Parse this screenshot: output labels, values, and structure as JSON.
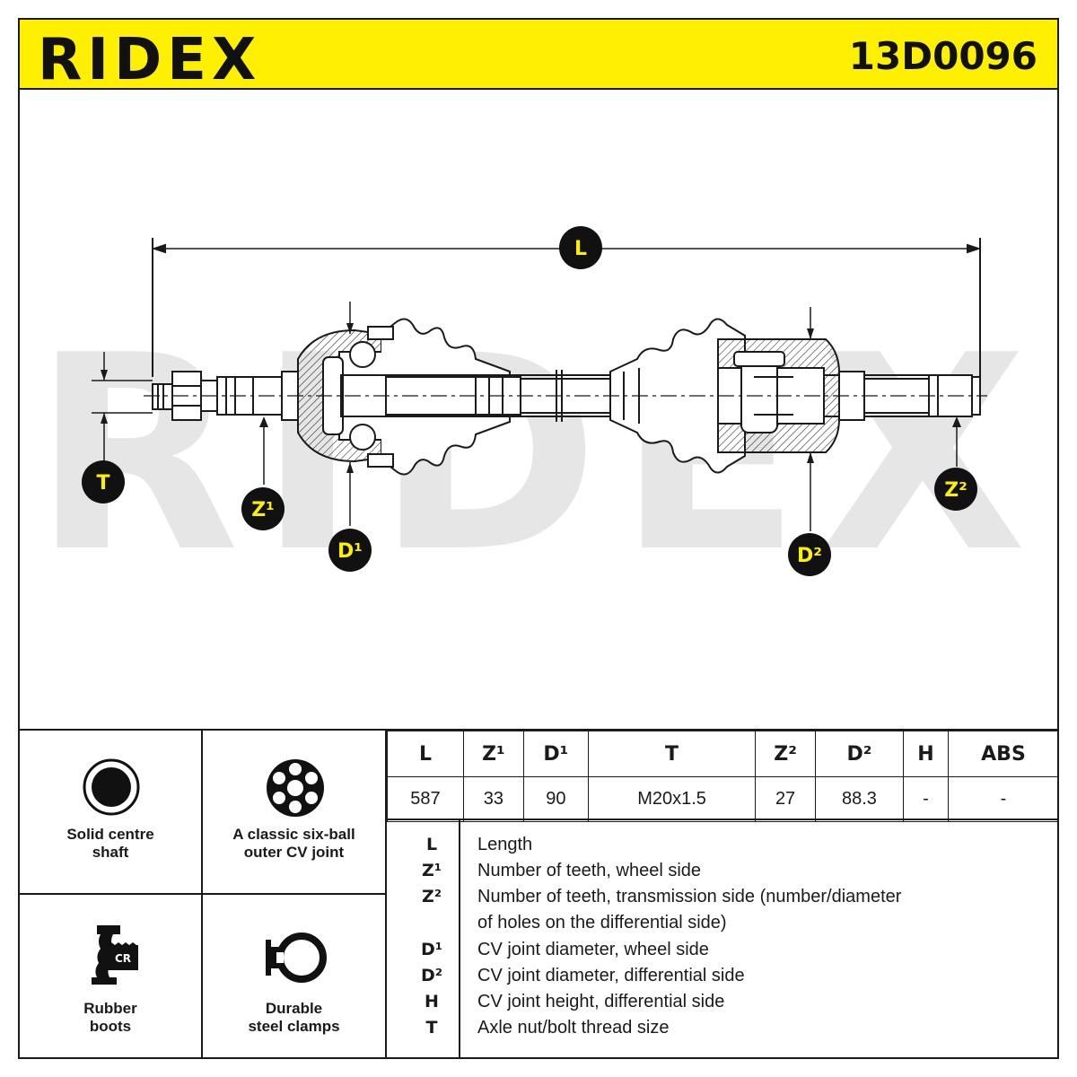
{
  "header": {
    "brand": "RIDEX",
    "part_number": "13D0096",
    "color": "#ffef00"
  },
  "diagram": {
    "watermark": "RIDEX",
    "markers": {
      "L": "L",
      "T": "T",
      "Z1": "Z¹",
      "D1": "D¹",
      "D2": "D²",
      "Z2": "Z²"
    }
  },
  "features": [
    {
      "label_line1": "Solid centre",
      "label_line2": "shaft",
      "icon": "solid-shaft-icon"
    },
    {
      "label_line1": "A classic six-ball",
      "label_line2": "outer CV joint",
      "icon": "six-ball-joint-icon"
    },
    {
      "label_line1": "Rubber",
      "label_line2": "boots",
      "icon": "rubber-boot-icon",
      "icon_text": "CR"
    },
    {
      "label_line1": "Durable",
      "label_line2": "steel clamps",
      "icon": "steel-clamp-icon"
    }
  ],
  "spec_table": {
    "headers": [
      "L",
      "Z¹",
      "D¹",
      "T",
      "Z²",
      "D²",
      "H",
      "ABS"
    ],
    "values": [
      "587",
      "33",
      "90",
      "M20x1.5",
      "27",
      "88.3",
      "-",
      "-"
    ]
  },
  "legend": [
    {
      "symbol": "L",
      "description": "Length"
    },
    {
      "symbol": "Z¹",
      "description": "Number of teeth, wheel side"
    },
    {
      "symbol": "Z²",
      "description": "Number of teeth, transmission side (number/diameter"
    },
    {
      "symbol": "",
      "description": "of holes on the differential side)"
    },
    {
      "symbol": "D¹",
      "description": "CV joint diameter, wheel side"
    },
    {
      "symbol": "D²",
      "description": "CV joint diameter, differential side"
    },
    {
      "symbol": "H",
      "description": "CV joint height, differential side"
    },
    {
      "symbol": "T",
      "description": "Axle nut/bolt thread size"
    }
  ]
}
